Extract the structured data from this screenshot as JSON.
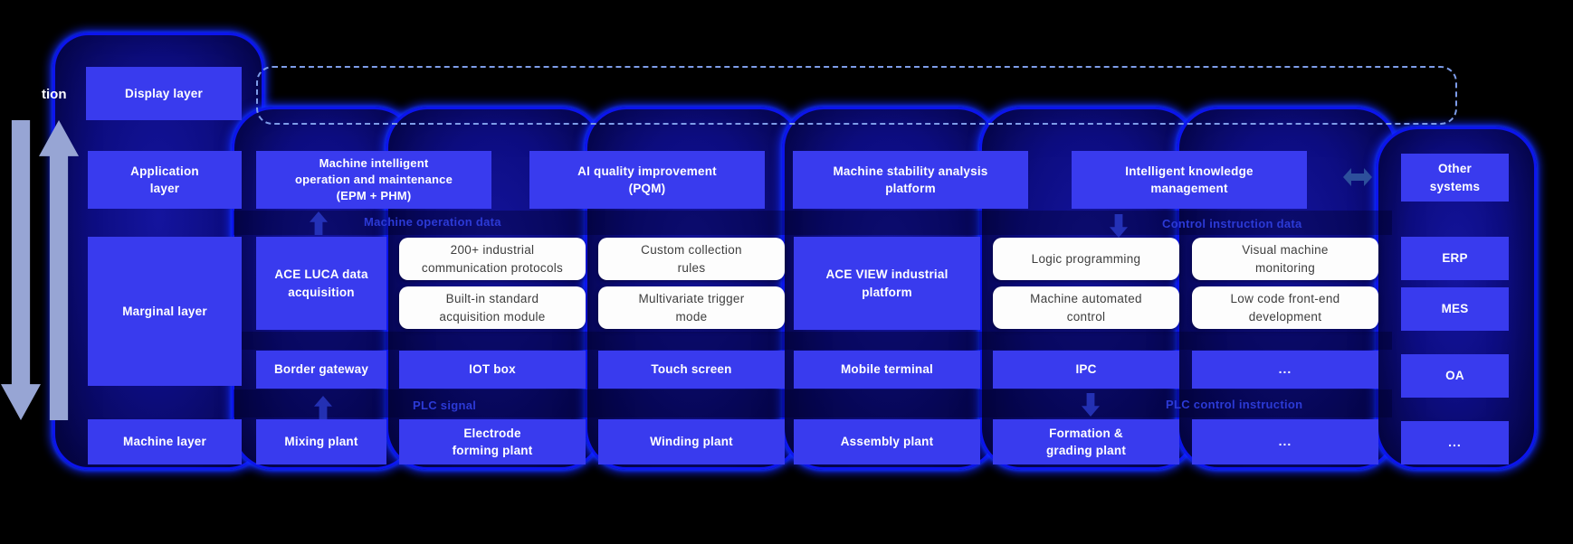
{
  "clipped_text": "tion",
  "layers": {
    "display": "Display layer",
    "application": "Application\nlayer",
    "marginal": "Marginal layer",
    "machine": "Machine layer"
  },
  "application_row": {
    "epm_phm": "Machine intelligent\noperation and maintenance\n(EPM + PHM)",
    "pqm": "AI quality improvement\n(PQM)",
    "stability": "Machine stability analysis\nplatform",
    "knowledge": "Intelligent knowledge\nmanagement",
    "other_systems": "Other\nsystems"
  },
  "flow_labels": {
    "machine_operation_data": "Machine operation data",
    "control_instruction_data": "Control instruction data",
    "plc_signal": "PLC signal",
    "plc_control_instruction": "PLC control instruction"
  },
  "marginal_row": {
    "ace_luca": "ACE LUCA data\nacquisition",
    "ace_view": "ACE VIEW industrial\nplatform",
    "capabilities": [
      "200+ industrial\ncommunication protocols",
      "Built-in standard\nacquisition module",
      "Custom collection\nrules",
      "Multivariate trigger\nmode",
      "Logic programming",
      "Machine automated\ncontrol",
      "Visual machine\nmonitoring",
      "Low code front-end\ndevelopment"
    ]
  },
  "device_row": [
    "Border gateway",
    "IOT box",
    "Touch screen",
    "Mobile terminal",
    "IPC",
    "..."
  ],
  "machine_row": [
    "Mixing plant",
    "Electrode\nforming plant",
    "Winding plant",
    "Assembly plant",
    "Formation &\ngrading plant",
    "..."
  ],
  "external_systems": [
    "ERP",
    "MES",
    "OA",
    "..."
  ],
  "colors": {
    "box_blue": "#393bee",
    "pod_border": "#0c15ee",
    "flow_label_blue": "#2c3ad6",
    "dashed_border": "#7d9ce9",
    "side_arrow": "#97a5d4",
    "background": "#000000"
  }
}
